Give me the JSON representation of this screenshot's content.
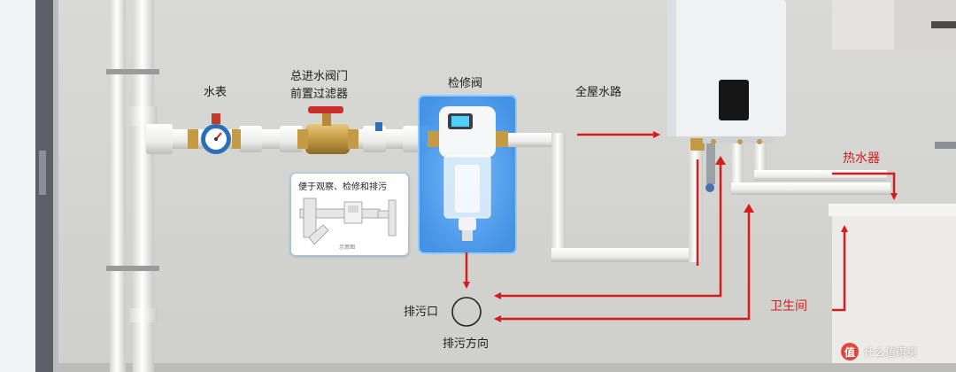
{
  "labels": {
    "water_meter": "水表",
    "main_valve": "总进水阀门",
    "pre_filter": "前置过滤器",
    "inspection_valve": "检修阀",
    "whole_house": "全屋水路",
    "water_heater": "热水器",
    "bathroom": "卫生间",
    "drain_outlet": "排污口",
    "drain_direction": "排污方向"
  },
  "callout": {
    "title": "便于观察、检修和排污",
    "caption": "示意图"
  },
  "watermark": {
    "badge": "值",
    "text": "什么值得买"
  },
  "colors": {
    "flow_arrow": "#d61c1c",
    "pipe": "#f4f4f2",
    "highlight": "#3b9cf0",
    "wall": "#dcdcd8"
  }
}
